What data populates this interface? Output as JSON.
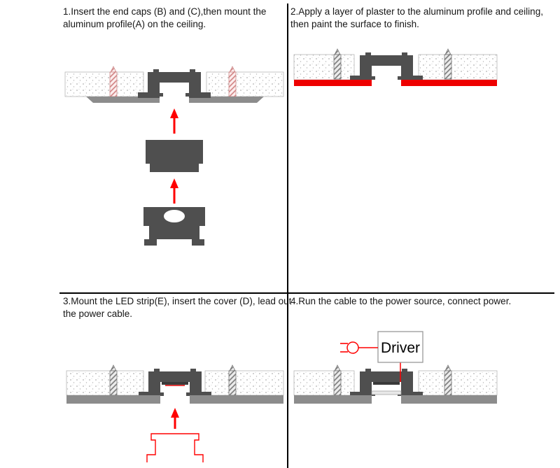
{
  "steps": [
    {
      "caption": "1.Insert the end caps (B) and (C),then mount the aluminum profile(A) on the ceiling."
    },
    {
      "caption": "2.Apply a layer of plaster to the aluminum profile and ceiling, then paint the surface to finish."
    },
    {
      "caption": "3.Mount the LED strip(E), insert the cover (D), lead out the power cable."
    },
    {
      "caption": "4.Run the cable to the power source, connect power."
    }
  ],
  "driver": {
    "label": "Driver"
  },
  "icons": {
    "up_arrow": "red-up-arrow",
    "plug": "power-plug-outline",
    "screw": "hatched-screw-anchor"
  },
  "colors": {
    "profile_gray": "#4f4f4f",
    "plaster_band_gray": "#8c8c8c",
    "accent_red": "#ff0000",
    "plaster_paint_red": "#ee0000",
    "screw_hatch_pink": "#d08080",
    "screw_hatch_gray": "#777777",
    "driver_box_border": "#999999"
  }
}
